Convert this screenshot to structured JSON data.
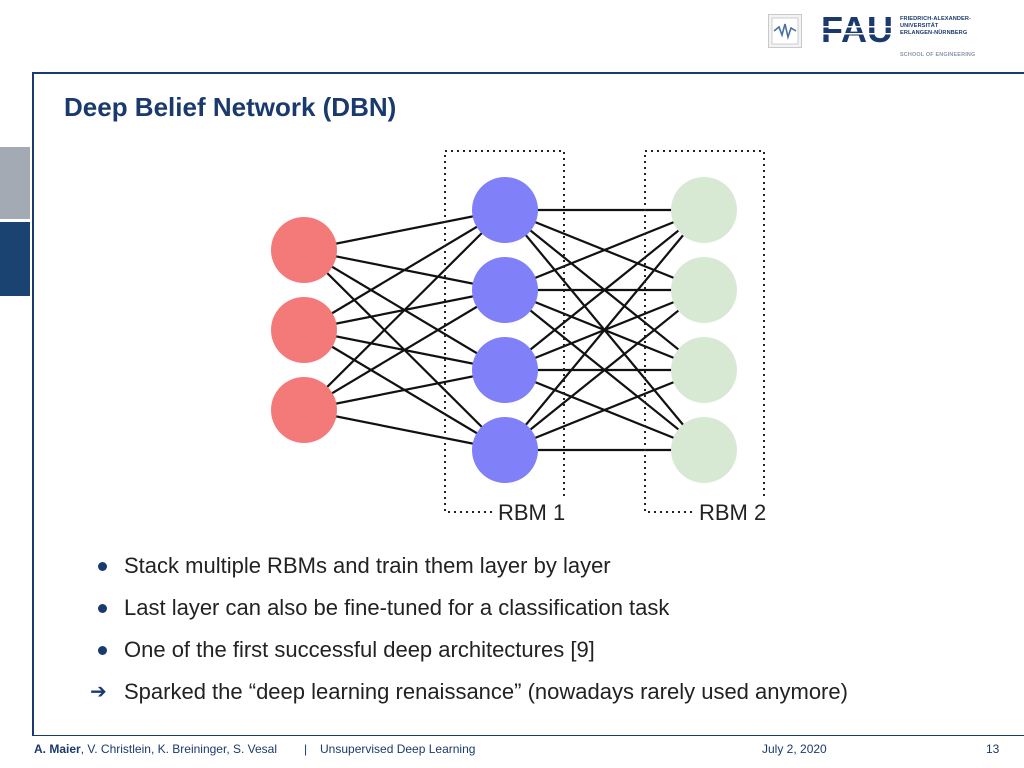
{
  "header": {
    "logo_wordmark": "FAU",
    "university_lines": [
      "FRIEDRICH-ALEXANDER-",
      "UNIVERSITÄT",
      "ERLANGEN-NÜRNBERG"
    ],
    "school": "SCHOOL OF ENGINEERING"
  },
  "slide": {
    "title": "Deep Belief Network (DBN)"
  },
  "diagram": {
    "layers": [
      {
        "name": "input",
        "nodes": 3,
        "color": "#f47a7a"
      },
      {
        "name": "hidden1",
        "nodes": 4,
        "color": "#8080f8"
      },
      {
        "name": "hidden2",
        "nodes": 4,
        "color": "#d7e9d3"
      }
    ],
    "box_labels": [
      "RBM 1",
      "RBM 2"
    ]
  },
  "bullets": [
    {
      "type": "dot",
      "text": "Stack multiple RBMs and train them layer by layer"
    },
    {
      "type": "dot",
      "text": "Last layer can also be fine-tuned for a classification task"
    },
    {
      "type": "dot",
      "text": "One of the first successful deep architectures [9]"
    },
    {
      "type": "arrow",
      "text": "Sparked the “deep learning renaissance” (nowadays rarely used anymore)"
    }
  ],
  "footer": {
    "first_author": "A. Maier",
    "other_authors": ", V. Christlein, K. Breininger, S. Vesal",
    "separator": "|",
    "course": "Unsupervised Deep Learning",
    "date": "July 2, 2020",
    "page": "13"
  }
}
